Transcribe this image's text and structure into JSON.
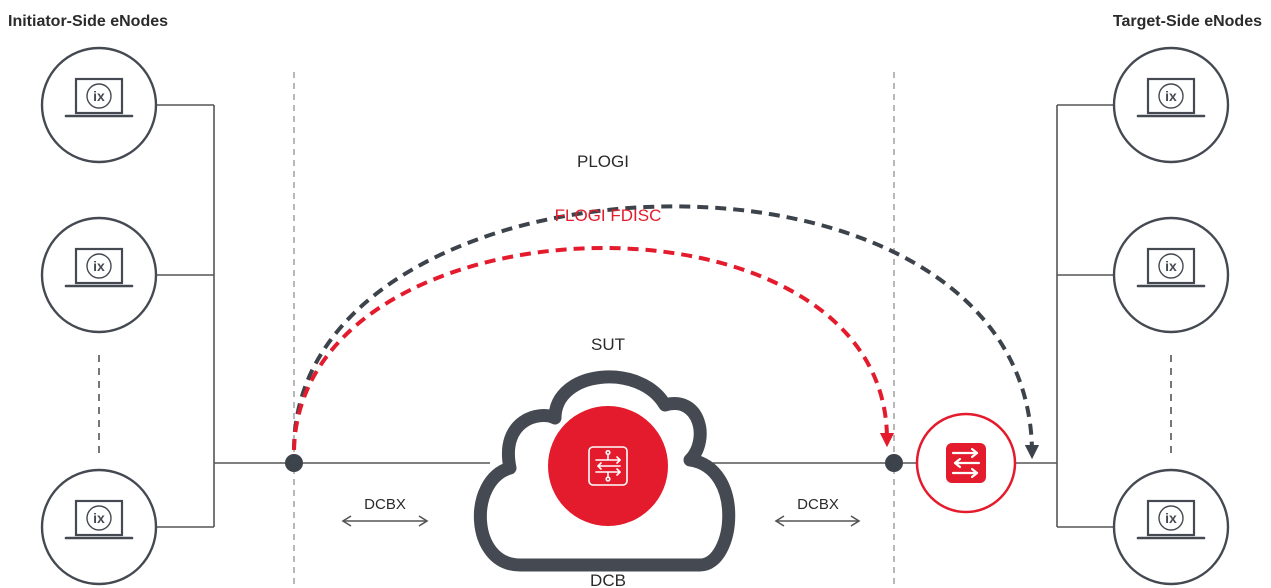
{
  "headers": {
    "initiator": "Initiator-Side eNodes",
    "target": "Target-Side eNodes"
  },
  "arcs": {
    "plogi": "PLOGI",
    "flogi": "FLOGI FDISC"
  },
  "labels": {
    "sut": "SUT",
    "dcb": "DCB",
    "dcbx_left": "DCBX",
    "dcbx_right": "DCBX",
    "node_logo": "ix"
  },
  "colors": {
    "dark": "#3d434b",
    "red": "#e31b2c",
    "line": "#555555",
    "dashed_guide": "#a0a0a0"
  },
  "icons": {
    "node": "laptop-icon",
    "sut": "network-arrows-icon",
    "switch": "switch-arrows-icon"
  }
}
